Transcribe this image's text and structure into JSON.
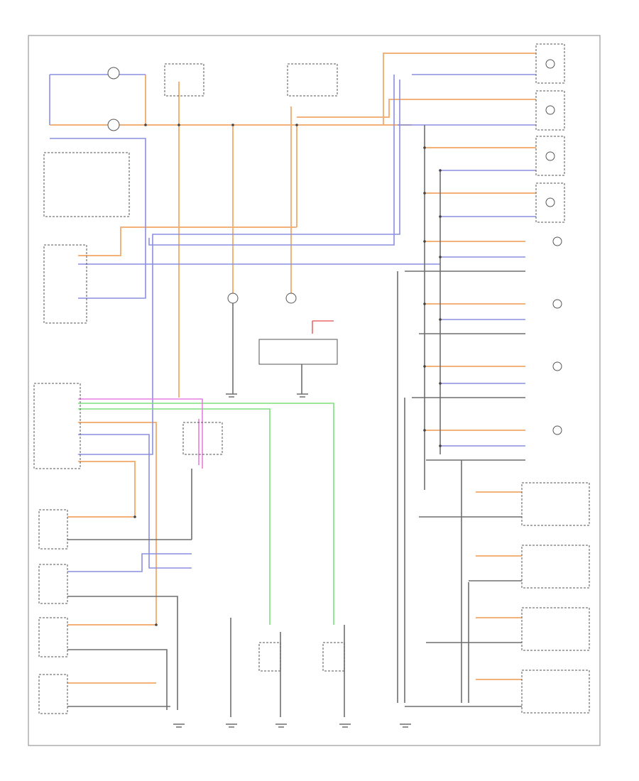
{
  "diagram": {
    "title": "",
    "components": [
      {
        "id": "c01",
        "label": ""
      },
      {
        "id": "c02",
        "label": ""
      },
      {
        "id": "c03",
        "label": ""
      },
      {
        "id": "c04",
        "label": ""
      },
      {
        "id": "c05",
        "label": ""
      },
      {
        "id": "c06",
        "label": ""
      },
      {
        "id": "c07",
        "label": ""
      },
      {
        "id": "c08",
        "label": ""
      },
      {
        "id": "c09",
        "label": ""
      },
      {
        "id": "c10",
        "label": ""
      }
    ],
    "corner_note": ""
  },
  "colors": {
    "orange_wire": "#f2b27a",
    "blue_wire": "#8a8fe0",
    "black_wire": "#6e6e6e",
    "green_wire": "#7ee07e",
    "pink_wire": "#e87ee0",
    "red_wire": "#e86a6a",
    "frame": "#9a9a9a"
  }
}
